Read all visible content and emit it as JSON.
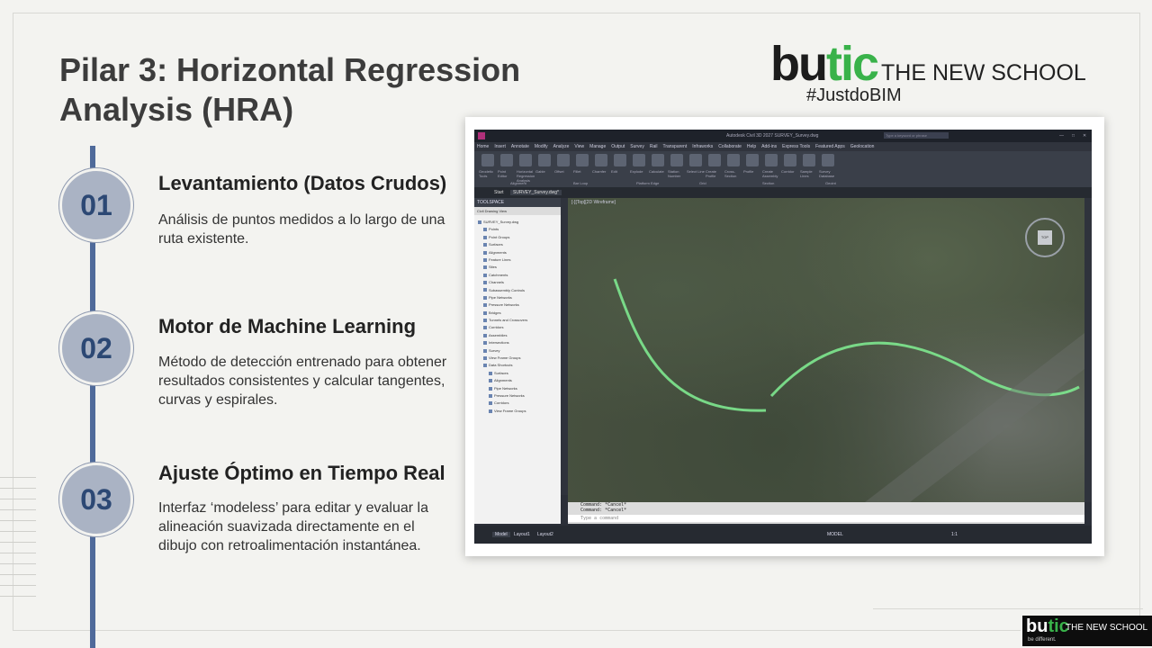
{
  "slide": {
    "title": "Pilar 3: Horizontal Regression Analysis (HRA)",
    "steps": [
      {
        "number": "01",
        "title": "Levantamiento (Datos Crudos)",
        "description": "Análisis de puntos medidos a lo largo de una ruta existente."
      },
      {
        "number": "02",
        "title": "Motor de Machine Learning",
        "description": "Método de detección entrenado para obtener resultados consistentes y calcular tangentes, curvas y espirales."
      },
      {
        "number": "03",
        "title": "Ajuste Óptimo en Tiempo Real",
        "description": "Interfaz ‘modeless’ para editar y evaluar la alineación suavizada directamente en el dibujo con retroalimentación instantánea."
      }
    ]
  },
  "brand": {
    "part1": "bu",
    "part2": "tic",
    "school": "THE NEW SCHOOL",
    "hashtag": "#JustdoBIM",
    "tagline": "be different."
  },
  "app": {
    "window_title": "Autodesk Civil 3D 2027   SURVEY_Survey.dwg",
    "search_placeholder": "Type a keyword or phrase",
    "ribbon_tabs": [
      "Home",
      "Insert",
      "Annotate",
      "Modify",
      "Analyze",
      "View",
      "Manage",
      "Output",
      "Survey",
      "Rail",
      "Transparent",
      "Infraworks",
      "Collaborate",
      "Help",
      "Add-ins",
      "Express Tools",
      "Featured Apps",
      "Geolocation"
    ],
    "ribbon_buttons": [
      "Geodetic Tools",
      "Point Editor",
      "Horizontal Regression Analysis",
      "Gable",
      "Offset",
      "Fillet",
      "Chamfer",
      "Edit",
      "Explode",
      "Calculate",
      "Station Number",
      "Select Line",
      "Create Profile",
      "Cross-Section",
      "Profile",
      "Create Assembly",
      "Corridor",
      "Sample Lines",
      "Survey Database"
    ],
    "ribbon_groups": [
      "Alignment",
      "Bar Loop",
      "Platform Edge",
      "Grid",
      "Section",
      "Geoint"
    ],
    "doc_tabs": [
      "Start",
      "SURVEY_Survey.dwg*"
    ],
    "prospector_title": "TOOLSPACE",
    "prospector_subtitle": "Civil Drawing View",
    "tree": [
      "SURVEY_Survey.dwg",
      "Points",
      "Point Groups",
      "Surfaces",
      "Alignments",
      "Feature Lines",
      "Sites",
      "Catchments",
      "Channels",
      "Subassembly Controls",
      "Pipe Networks",
      "Pressure Networks",
      "Bridges",
      "Tunnels and Crossovers",
      "Corridors",
      "Assemblies",
      "Intersections",
      "Survey",
      "View Frame Groups",
      "Data Shortcuts",
      "Surfaces",
      "Alignments",
      "Pipe Networks",
      "Pressure Networks",
      "Corridors",
      "View Frame Groups"
    ],
    "viewport_label": "[-][Top][2D Wireframe]",
    "viewcube_label": "TOP",
    "cmd_history": [
      "Command: *Cancel*",
      "Command: *Cancel*"
    ],
    "cmd_placeholder": "Type a command",
    "layout_tabs": [
      "Model",
      "Layout1",
      "Layout2"
    ],
    "status_model": "MODEL",
    "status_scale": "1:1"
  },
  "colors": {
    "accent": "#4f6a9a",
    "brand_green": "#39b24a",
    "alignment_line": "#7ee88f"
  }
}
